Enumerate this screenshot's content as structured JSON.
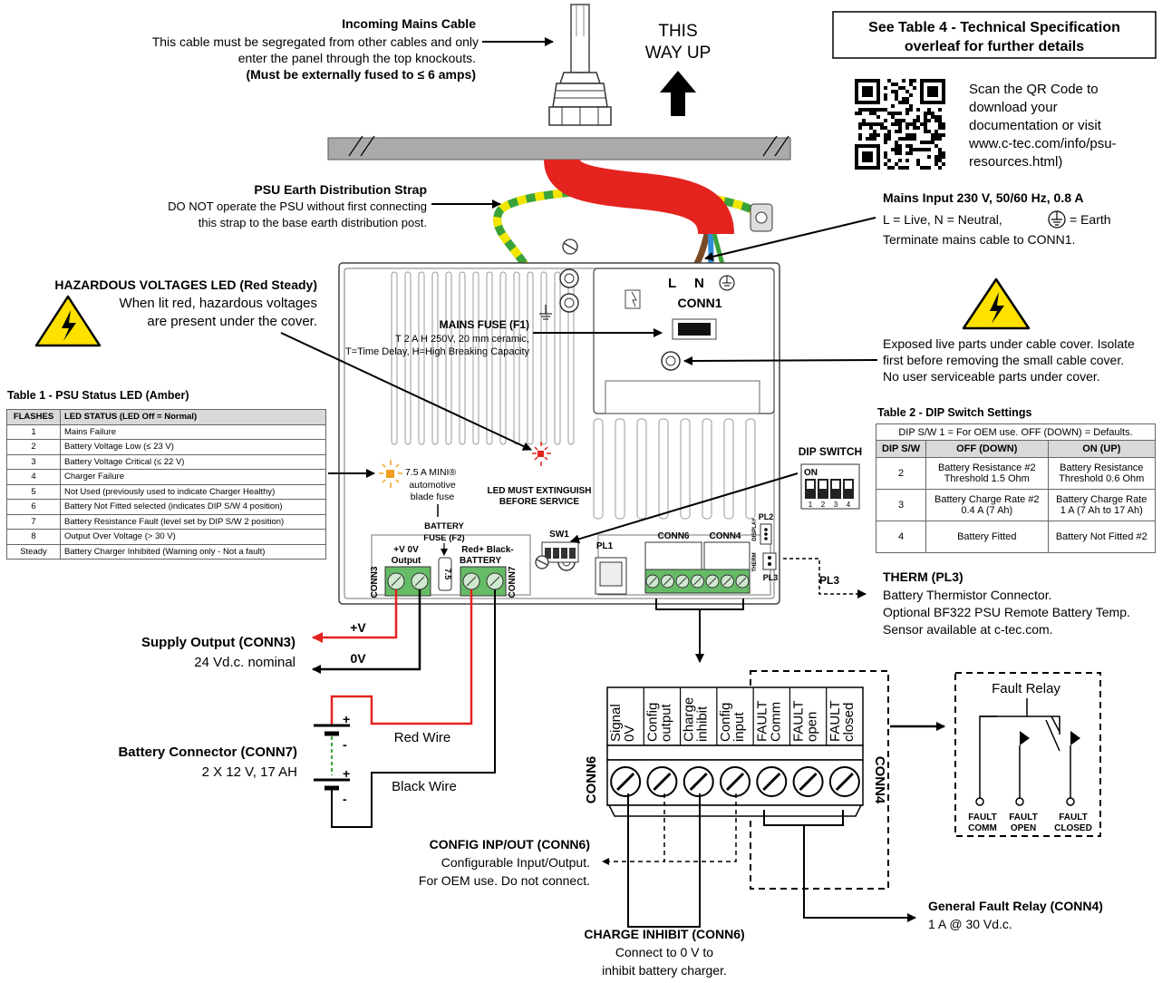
{
  "incoming": {
    "title": "Incoming Mains Cable",
    "line1": "This cable must be segregated from other cables and only",
    "line2": "enter the panel through the top knockouts.",
    "line3": "(Must be externally fused to ≤ 6 amps)"
  },
  "this_way_up": {
    "line1": "THIS",
    "line2": "WAY UP"
  },
  "see_table": {
    "line1": "See Table 4 - Technical Specification",
    "line2": "overleaf for further details"
  },
  "qr": {
    "lines": [
      "Scan the QR Code to",
      "download your",
      "documentation or visit",
      "www.c-tec.com/info/psu-",
      "resources.html)"
    ]
  },
  "earth_strap": {
    "title": "PSU Earth Distribution Strap",
    "line1": "DO NOT operate the PSU without first connecting",
    "line2": "this strap to the base earth distribution post."
  },
  "mains_input": {
    "title": "Mains Input 230 V, 50/60 Hz, 0.8 A",
    "line1a": "L = Live,   N = Neutral,",
    "line1b": "= Earth",
    "line2": "Terminate mains cable to CONN1."
  },
  "hazard_led": {
    "title": "HAZARDOUS VOLTAGES LED (Red Steady)",
    "line1": "When lit red, hazardous voltages",
    "line2": "are present under the cover."
  },
  "mains_fuse": {
    "title": "MAINS FUSE (F1)",
    "line1": "T 2 A H 250V, 20 mm ceramic,",
    "line2": "T=Time Delay, H=High Breaking Capacity"
  },
  "exposed": {
    "line1": "Exposed live parts under cable cover. Isolate",
    "line2": "first before removing the small cable cover.",
    "line3": "No user serviceable parts under cover."
  },
  "table1": {
    "title": "Table 1 - PSU Status LED (Amber)",
    "headers": [
      "FLASHES",
      "LED STATUS     (LED Off = Normal)"
    ],
    "rows": [
      [
        "1",
        "Mains Failure"
      ],
      [
        "2",
        "Battery Voltage Low (≤ 23 V)"
      ],
      [
        "3",
        "Battery Voltage Critical (≤ 22 V)"
      ],
      [
        "4",
        "Charger Failure"
      ],
      [
        "5",
        "Not Used (previously used to indicate Charger Healthy)"
      ],
      [
        "6",
        "Battery Not Fitted selected (indicates DIP S/W 4 position)"
      ],
      [
        "7",
        "Battery Resistance Fault (level set by DIP S/W 2 position)"
      ],
      [
        "8",
        "Output Over Voltage (> 30 V)"
      ],
      [
        "Steady",
        "Battery Charger Inhibited (Warning only - Not a fault)"
      ]
    ]
  },
  "table2": {
    "title": "Table 2 - DIP Switch Settings",
    "note": "DIP S/W 1 = For OEM use.    OFF (DOWN) = Defaults.",
    "headers": [
      "DIP S/W",
      "OFF (DOWN)",
      "ON (UP)"
    ],
    "rows": [
      [
        "2",
        "Battery Resistance #2",
        "Threshold 1.5 Ohm",
        "Battery Resistance",
        "Threshold 0.6 Ohm"
      ],
      [
        "3",
        "Battery Charge Rate #2",
        "0.4 A (7 Ah)",
        "Battery Charge Rate",
        "1 A (7 Ah to 17 Ah)"
      ],
      [
        "4",
        "Battery Fitted",
        "",
        "Battery Not Fitted #2",
        ""
      ]
    ]
  },
  "board": {
    "conn1": "CONN1",
    "l": "L",
    "n": "N",
    "led_msg1": "LED MUST EXTINGUISH",
    "led_msg2": "BEFORE SERVICE",
    "blade_fuse": [
      "7.5 A MINI®",
      "automotive",
      "blade fuse"
    ],
    "battery_fuse": [
      "BATTERY",
      "FUSE (F2)"
    ],
    "fuse_val": "7.5",
    "output_lbl": [
      "+V    0V",
      "Output"
    ],
    "battery_lbl": [
      "Red+  Black-",
      "BATTERY"
    ],
    "conn3": "CONN3",
    "conn7": "CONN7",
    "sw1": "SW1",
    "pl1": "PL1",
    "conn6": "CONN6",
    "conn4": "CONN4",
    "pl2": "PL2",
    "pl3": "PL3",
    "display": "DISPLAY",
    "therm": "THERM",
    "on": "ON",
    "dip_switch": "DIP SWITCH",
    "dip_nums": [
      "1",
      "2",
      "3",
      "4"
    ]
  },
  "therm": {
    "title": "THERM (PL3)",
    "line1": "Battery Thermistor Connector.",
    "line2": "Optional BF322 PSU Remote Battery Temp.",
    "line3": "Sensor available at c-tec.com.",
    "pl3": "PL3"
  },
  "supply_output": {
    "title": "Supply Output (CONN3)",
    "line1": "24 Vd.c. nominal",
    "plus": "+V",
    "zero": "0V"
  },
  "battery": {
    "title": "Battery Connector (CONN7)",
    "line1": "2 X 12 V, 17 AH",
    "red": "Red Wire",
    "black": "Black Wire"
  },
  "terminals": {
    "labels": [
      [
        "Signal",
        "0V"
      ],
      [
        "Config",
        "output"
      ],
      [
        "Charge",
        "inhibit"
      ],
      [
        "Config",
        "input"
      ],
      [
        "FAULT",
        "Comm"
      ],
      [
        "FAULT",
        "open"
      ],
      [
        "FAULT",
        "closed"
      ]
    ],
    "conn6": "CONN6",
    "conn4": "CONN4"
  },
  "fault_relay": {
    "title": "Fault Relay",
    "labels": [
      [
        "FAULT",
        "COMM"
      ],
      [
        "FAULT",
        "OPEN"
      ],
      [
        "FAULT",
        "CLOSED"
      ]
    ]
  },
  "config_io": {
    "title": "CONFIG INP/OUT (CONN6)",
    "line1": "Configurable Input/Output.",
    "line2": "For OEM use. Do not connect."
  },
  "charge_inhibit": {
    "title": "CHARGE INHIBIT (CONN6)",
    "line1": "Connect to 0 V to",
    "line2": "inhibit battery charger."
  },
  "general_fault": {
    "title": "General Fault Relay (CONN4)",
    "line1": "1 A @ 30 Vd.c."
  },
  "colors": {
    "red": "#e4231f",
    "yellow": "#f2e600",
    "green": "#3aa33a",
    "warning": "#ffe100",
    "brown": "#7a4a24",
    "blue": "#2e8fd8"
  }
}
